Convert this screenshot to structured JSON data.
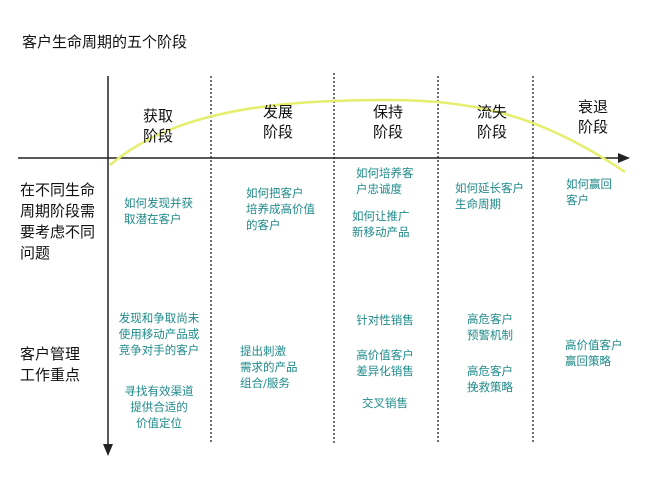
{
  "title": "客户生命周期的五个阶段",
  "stages": [
    {
      "name_line1": "获取",
      "name_line2": "阶段"
    },
    {
      "name_line1": "发展",
      "name_line2": "阶段"
    },
    {
      "name_line1": "保持",
      "name_line2": "阶段"
    },
    {
      "name_line1": "流失",
      "name_line2": "阶段"
    },
    {
      "name_line1": "衰退",
      "name_line2": "阶段"
    }
  ],
  "rows": [
    {
      "label_lines": [
        "在不同生命",
        "周期阶段需",
        "要考虑不同",
        "问题"
      ]
    },
    {
      "label_lines": [
        "客户管理",
        "工作重点"
      ]
    }
  ],
  "cells": {
    "acquire_q": [
      "如何发现并获",
      "取潜在客户"
    ],
    "develop_q": [
      "如何把客户",
      "培养成高价值",
      "的客户"
    ],
    "retain_q1": [
      "如何培养客",
      "户忠诚度"
    ],
    "retain_q2": [
      "如何让推广",
      "新移动产品"
    ],
    "churn_q": [
      "如何延长客户",
      "生命周期"
    ],
    "decline_q": [
      "如何赢回",
      "客户"
    ],
    "acquire_w1": [
      "发现和争取尚未",
      "使用移动产品或",
      "竞争对手的客户"
    ],
    "acquire_w2": [
      "寻找有效渠道",
      "提供合适的",
      "价值定位"
    ],
    "develop_w": [
      "提出刺激",
      "需求的产品",
      "组合/服务"
    ],
    "retain_w1": [
      "针对性销售"
    ],
    "retain_w2": [
      "高价值客户",
      "差异化销售"
    ],
    "retain_w3": [
      "交叉销售"
    ],
    "churn_w1": [
      "高危客户",
      "预警机制"
    ],
    "churn_w2": [
      "高危客户",
      "挽救策略"
    ],
    "decline_w": [
      "高价值客户",
      "赢回策略"
    ]
  },
  "colors": {
    "curve": "#e6ee6e",
    "cell_text": "#1f8a8a",
    "lines": "#222222"
  }
}
